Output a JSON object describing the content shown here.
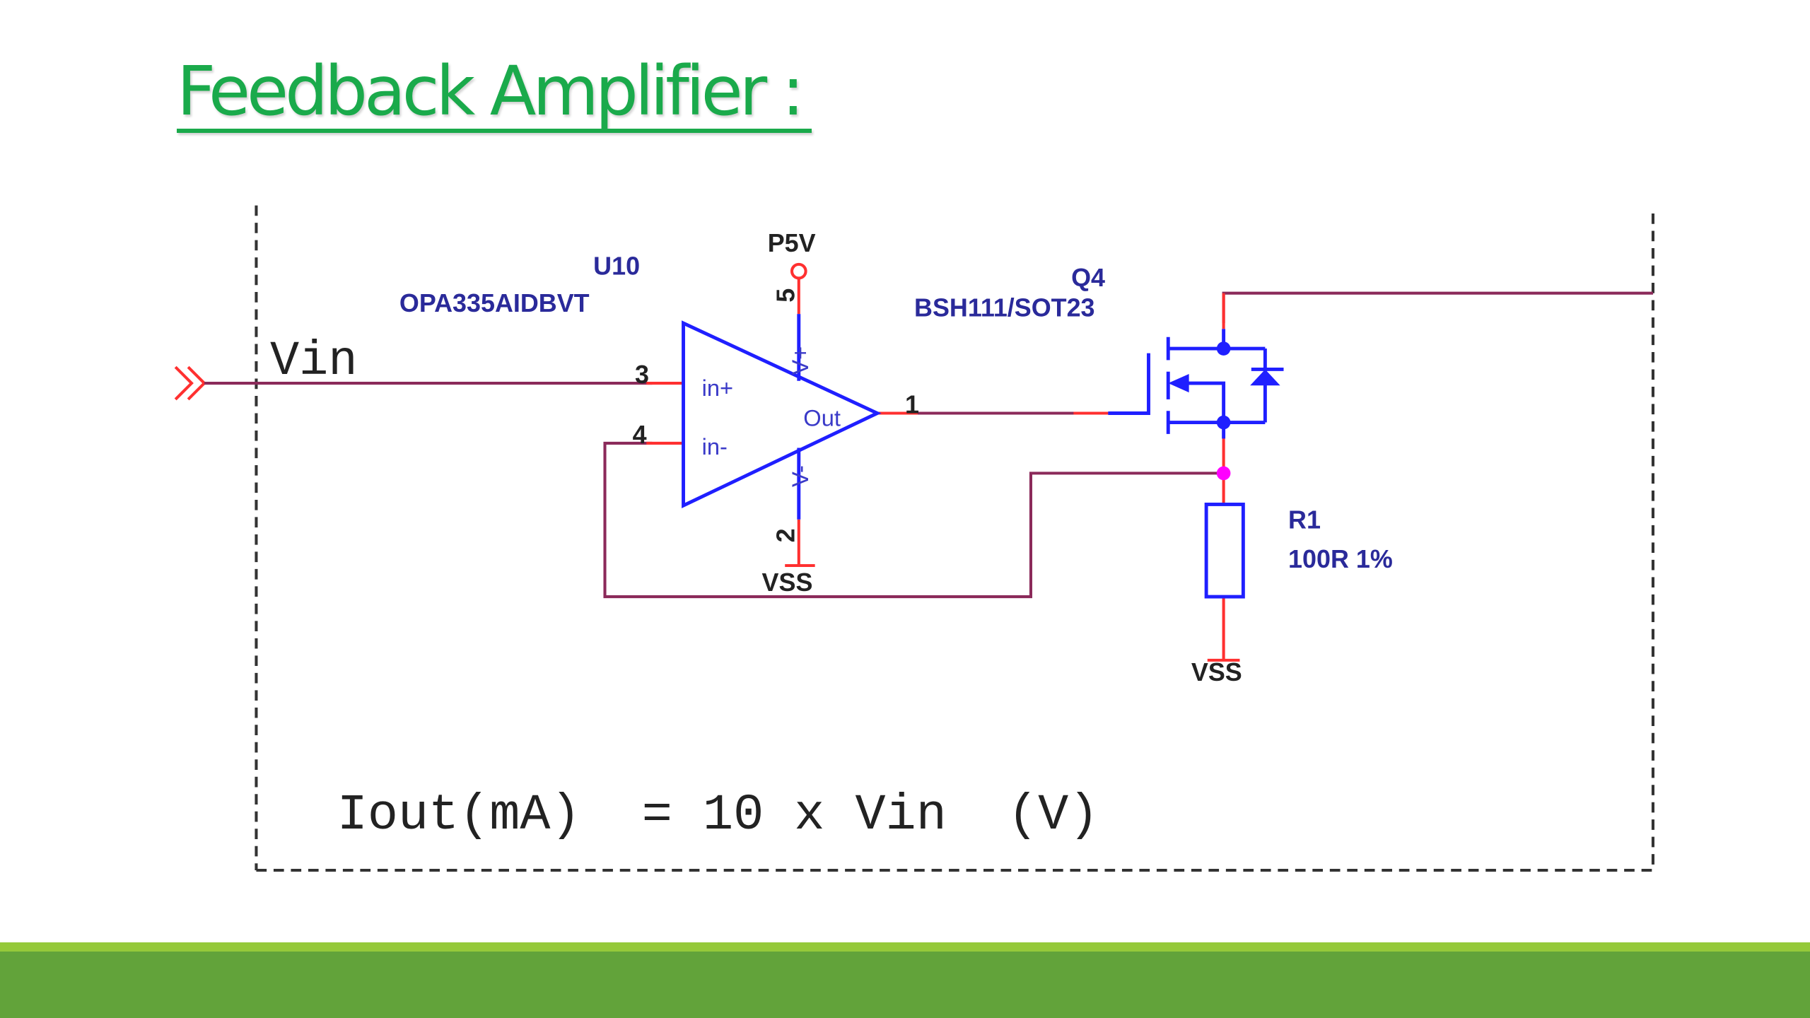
{
  "slide": {
    "title": "Feedback Amplifier :",
    "colors": {
      "title": "#1aaa4b",
      "band_light": "#95c93a",
      "band_dark": "#62a33a",
      "wire": "#8b2a5a",
      "pin": "#ff3030",
      "component": "#1f1fff",
      "junction_pink": "#ff00ff"
    }
  },
  "schematic": {
    "input_port": {
      "label": "Vin",
      "pin": "3"
    },
    "opamp": {
      "ref": "U10",
      "part": "OPA335AIDBVT",
      "pins": {
        "in_plus": {
          "name": "in+",
          "num": "3"
        },
        "in_minus": {
          "name": "in-",
          "num": "4"
        },
        "out": {
          "name": "Out",
          "num": "1"
        },
        "vplus": {
          "name": "V+",
          "num": "5"
        },
        "vminus": {
          "name": "V-",
          "num": "2"
        }
      },
      "supply_pos": "P5V",
      "supply_neg": "VSS"
    },
    "mosfet": {
      "ref": "Q4",
      "part": "BSH111/SOT23"
    },
    "resistor": {
      "ref": "R1",
      "value": "100R 1%",
      "ground": "VSS"
    },
    "formula": "Iout(mA)  = 10 x Vin  (V)"
  }
}
